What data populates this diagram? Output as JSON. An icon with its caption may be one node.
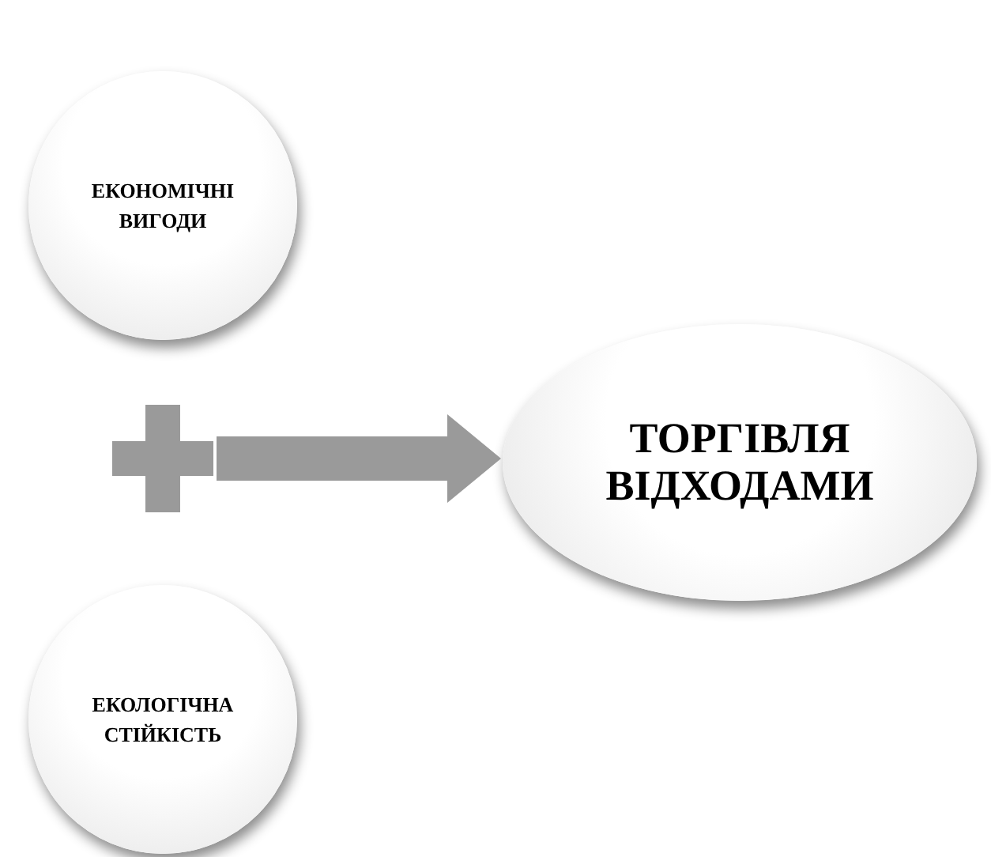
{
  "diagram": {
    "nodes": [
      {
        "text": [
          "ЕКОНОМІЧНІ ВИГОДИ"
        ]
      },
      {
        "text": [
          "ЕКОЛОГІЧНА СТІЙКІСТЬ"
        ]
      },
      {
        "text": [],
        "shape": "plus"
      },
      {
        "text": [
          "ТОРГІВЛЯ ВІДХОДАМИ"
        ]
      }
    ],
    "edges": [
      {
        "from": 2,
        "to": 3,
        "arrow": "to"
      }
    ]
  }
}
